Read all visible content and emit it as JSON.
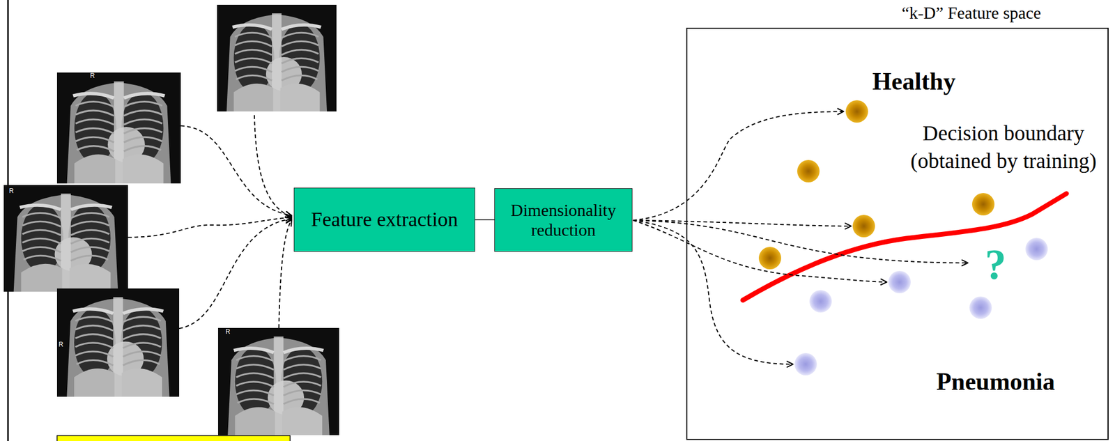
{
  "diagram": {
    "nodes": [
      {
        "text": [
          "Feature extraction"
        ]
      },
      {
        "text": [
          "Dimensionality reduction"
        ]
      },
      {
        "text": [
          "“k-D” Feature space"
        ]
      }
    ],
    "edges": [
      {
        "from": 0,
        "to": 1,
        "arrow": "none"
      }
    ],
    "labels": [
      "Healthy",
      "Decision boundary (obtained by training)",
      "?",
      "Pneumonia",
      "R",
      "R",
      "R",
      "R"
    ]
  }
}
